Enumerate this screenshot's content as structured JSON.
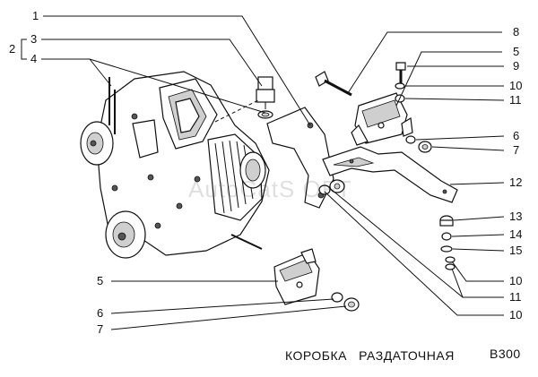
{
  "caption": {
    "title": "КОРОБКА   РАЗДАТОЧНАЯ",
    "code": "B300"
  },
  "watermark": "AutoCatS OFT",
  "callouts_left": [
    "1",
    "2",
    "3",
    "4",
    "5",
    "6",
    "7"
  ],
  "callouts_right": [
    "8",
    "5",
    "9",
    "10",
    "11",
    "6",
    "7",
    "12",
    "13",
    "14",
    "15",
    "10",
    "11",
    "10"
  ]
}
